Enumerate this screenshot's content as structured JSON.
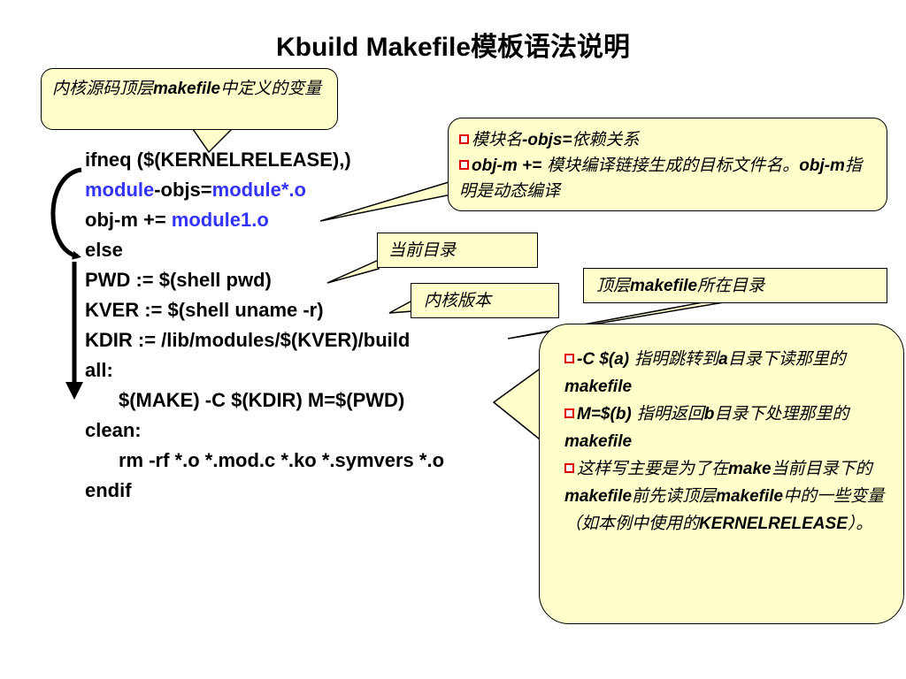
{
  "title": "Kbuild Makefile模板语法说明",
  "code": {
    "l1": "ifneq ($(KERNELRELEASE),)",
    "l2_a": "module",
    "l2_b": "-objs=",
    "l2_c": "module*.o",
    "l3_a": "obj-m += ",
    "l3_b": "module1.o",
    "l4": "else",
    "l5": "PWD := $(shell pwd)",
    "l6": "KVER := $(shell uname -r)",
    "l7": "KDIR := /lib/modules/$(KVER)/build",
    "l8": "all:",
    "l9": "$(MAKE) -C $(KDIR) M=$(PWD)",
    "l10": "clean:",
    "l11": "rm -rf *.o *.mod.c *.ko *.symvers *.o",
    "l12": "endif"
  },
  "callouts": {
    "top_left": {
      "zh1": "内核源码顶层",
      "en": "makefile",
      "zh2": "中定义的变量"
    },
    "objs": {
      "b1_zh1": "模块名",
      "b1_en": "-objs=",
      "b1_zh2": "依赖关系",
      "b2_en1": "obj-m +=",
      "b2_zh1": " 模块编译链接生成的目标文件名。",
      "b2_en2": "obj-m",
      "b2_zh2": "指明是动态编译"
    },
    "cwd": {
      "text": "当前目录"
    },
    "kver": {
      "text": "内核版本"
    },
    "topdir": {
      "zh1": "顶层",
      "en": "makefile",
      "zh2": "所在目录"
    },
    "explain": {
      "b1_en1": "-C $(a)",
      "b1_zh1": " 指明跳转到",
      "b1_en2": "a",
      "b1_zh2": "目录下读那里的",
      "b1_en3": "makefile",
      "b2_en1": "M=$(b)",
      "b2_zh1": " 指明返回",
      "b2_en2": "b",
      "b2_zh2": "目录下处理那里的",
      "b2_en3": "makefile",
      "b3_zh1": "这样写主要是为了在",
      "b3_en1": "make",
      "b3_zh2": "当前目录下的",
      "b3_en2": "makefile",
      "b3_zh3": "前先读顶层",
      "b3_en3": "makefile",
      "b3_zh4": "中的一些变量（如本例中使用的",
      "b3_en4": "KERNELRELEASE",
      "b3_zh5": "）。"
    }
  },
  "colors": {
    "callout_fill": "#ffffcc",
    "keyword_blue": "#3333ff",
    "bullet_red": "#e00000"
  }
}
